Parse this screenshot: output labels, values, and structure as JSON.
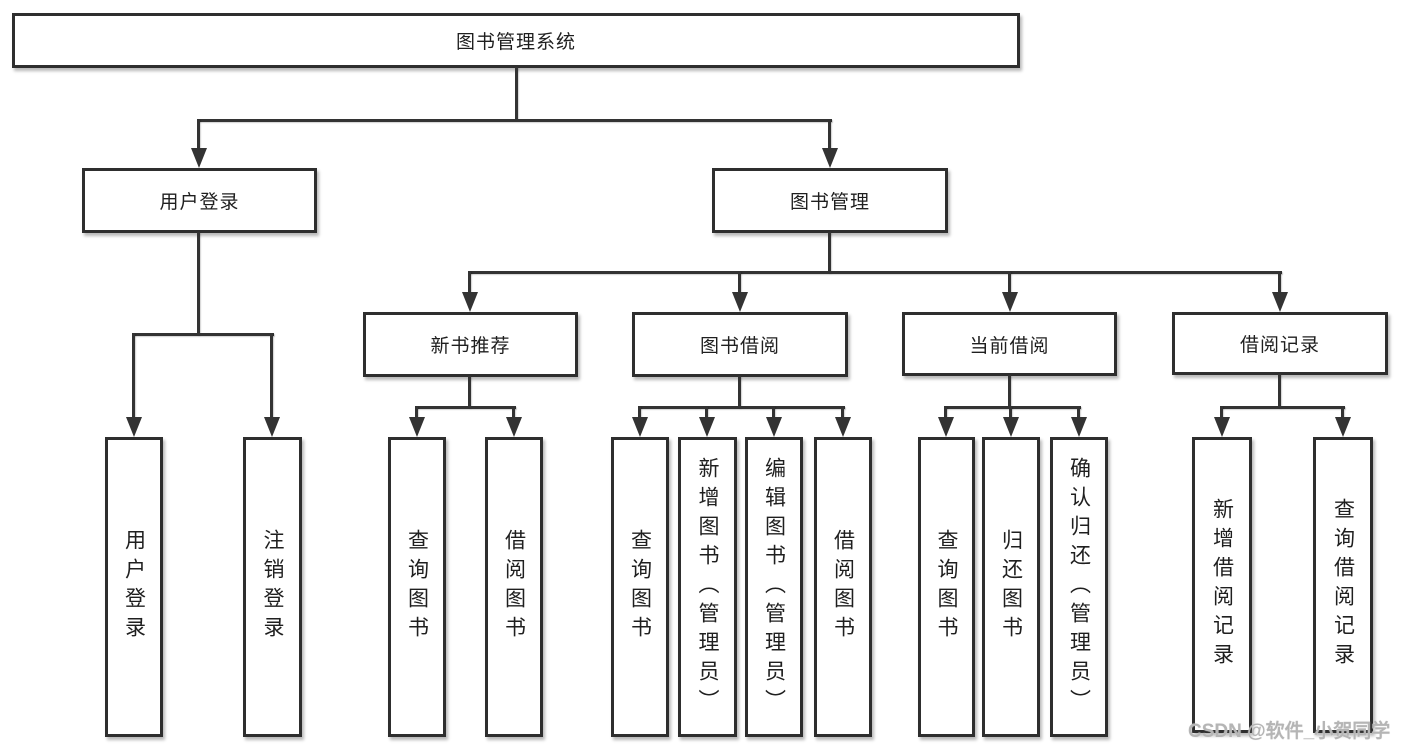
{
  "nodes": {
    "root": {
      "label": "图书管理系统"
    },
    "user_login_group": {
      "label": "用户登录"
    },
    "book_mgmt": {
      "label": "图书管理"
    },
    "new_book_rec": {
      "label": "新书推荐"
    },
    "book_borrow": {
      "label": "图书借阅"
    },
    "current_borrow": {
      "label": "当前借阅"
    },
    "borrow_records": {
      "label": "借阅记录"
    },
    "user_login": {
      "label": "用户登录"
    },
    "logout": {
      "label": "注销登录"
    },
    "nb_query": {
      "label": "查询图书"
    },
    "nb_borrow": {
      "label": "借阅图书"
    },
    "bb_query": {
      "label": "查询图书"
    },
    "bb_add": {
      "label": "新增图书（管理员）"
    },
    "bb_edit": {
      "label": "编辑图书（管理员）"
    },
    "bb_borrow": {
      "label": "借阅图书"
    },
    "cb_query": {
      "label": "查询图书"
    },
    "cb_return": {
      "label": "归还图书"
    },
    "cb_confirm": {
      "label": "确认归还（管理员）"
    },
    "br_add": {
      "label": "新增借阅记录"
    },
    "br_query": {
      "label": "查询借阅记录"
    }
  },
  "edges": [
    [
      "root",
      "user_login_group"
    ],
    [
      "root",
      "book_mgmt"
    ],
    [
      "user_login_group",
      "user_login"
    ],
    [
      "user_login_group",
      "logout"
    ],
    [
      "book_mgmt",
      "new_book_rec"
    ],
    [
      "book_mgmt",
      "book_borrow"
    ],
    [
      "book_mgmt",
      "current_borrow"
    ],
    [
      "book_mgmt",
      "borrow_records"
    ],
    [
      "new_book_rec",
      "nb_query"
    ],
    [
      "new_book_rec",
      "nb_borrow"
    ],
    [
      "book_borrow",
      "bb_query"
    ],
    [
      "book_borrow",
      "bb_add"
    ],
    [
      "book_borrow",
      "bb_edit"
    ],
    [
      "book_borrow",
      "bb_borrow"
    ],
    [
      "current_borrow",
      "cb_query"
    ],
    [
      "current_borrow",
      "cb_return"
    ],
    [
      "current_borrow",
      "cb_confirm"
    ],
    [
      "borrow_records",
      "br_add"
    ],
    [
      "borrow_records",
      "br_query"
    ]
  ],
  "watermark": {
    "text": "CSDN @软件_小贺同学"
  },
  "colors": {
    "line": "#333333",
    "box_border": "#2e2e2e",
    "box_background": "#ffffff",
    "text": "#1f1f1f",
    "watermark": "#b5b5b5",
    "page_background": "#ffffff"
  }
}
